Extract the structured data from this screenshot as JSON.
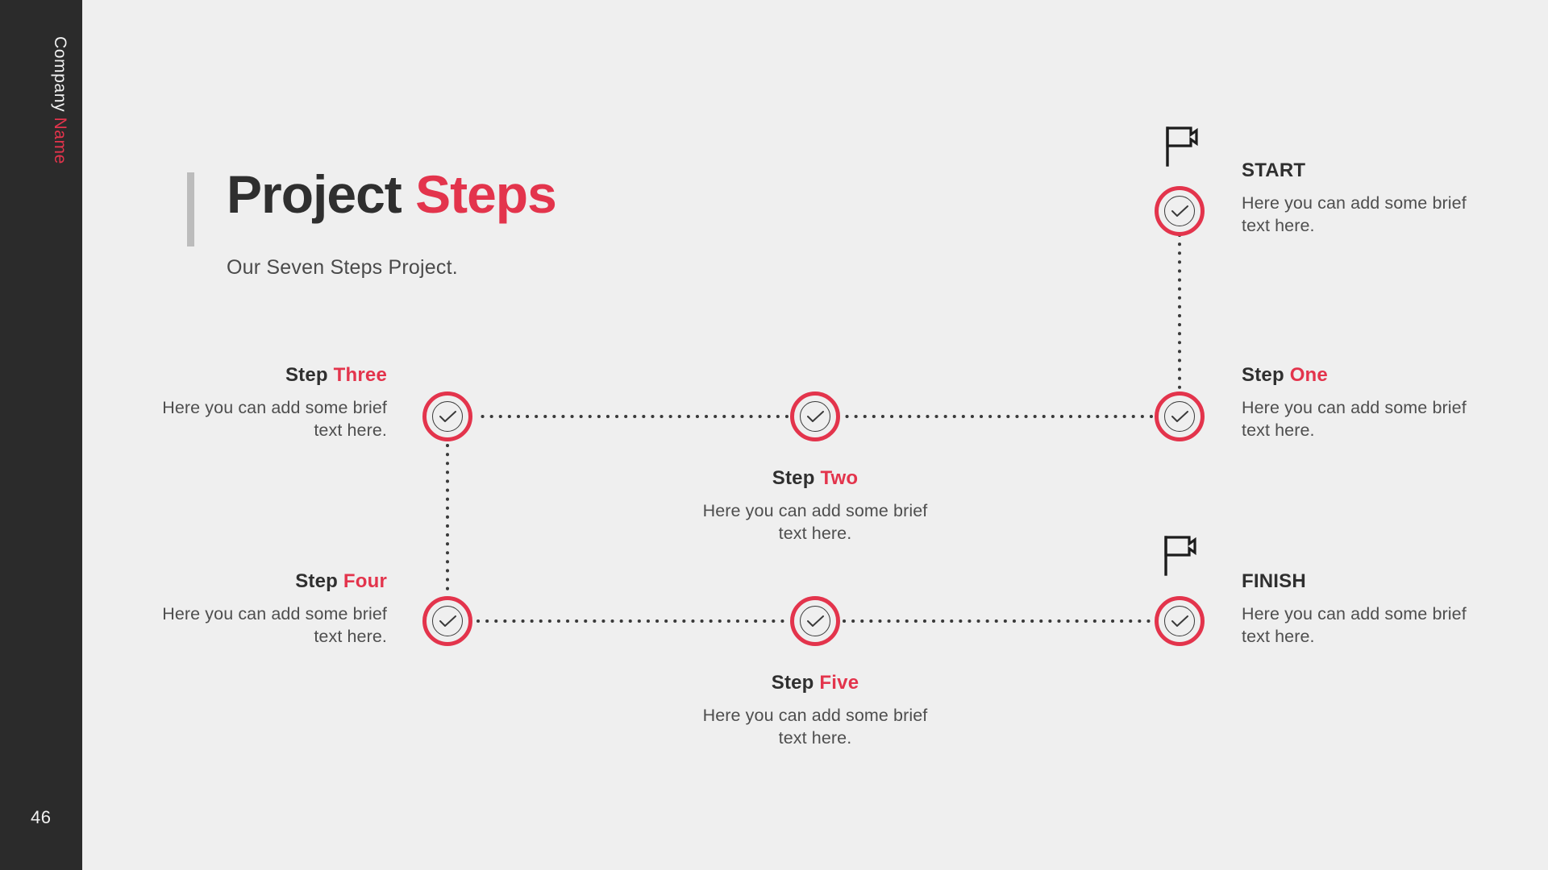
{
  "slide": {
    "background_color": "#efefef",
    "accent_red": "#e3344c",
    "dark": "#2f2f2f"
  },
  "rail": {
    "brand_company": "Company",
    "brand_name": "Name",
    "page_number": "46",
    "background_color": "#2b2b2b"
  },
  "heading": {
    "title_dark": "Project",
    "title_accent": "Steps",
    "subtitle": "Our Seven Steps Project."
  },
  "diagram": {
    "type": "process-flow",
    "node_icon": "check-circle-icon",
    "start_flag_icon": "flag-icon",
    "finish_flag_icon": "flag-icon",
    "connector_style": "dotted",
    "blocks": [
      {
        "id": "start",
        "title_dark": "START",
        "title_accent": "",
        "body": "Here you can add some brief text here.",
        "align": "left"
      },
      {
        "id": "step-one",
        "title_dark": "Step",
        "title_accent": "One",
        "body": "Here you can add some brief text here.",
        "align": "left"
      },
      {
        "id": "step-two",
        "title_dark": "Step",
        "title_accent": "Two",
        "body": "Here you can add some brief text here.",
        "align": "center"
      },
      {
        "id": "step-three",
        "title_dark": "Step",
        "title_accent": "Three",
        "body": "Here you can add some brief text here.",
        "align": "right"
      },
      {
        "id": "step-four",
        "title_dark": "Step",
        "title_accent": "Four",
        "body": "Here you can add some brief text here.",
        "align": "right"
      },
      {
        "id": "step-five",
        "title_dark": "Step",
        "title_accent": "Five",
        "body": "Here you can add some brief text here.",
        "align": "center"
      },
      {
        "id": "finish",
        "title_dark": "FINISH",
        "title_accent": "",
        "body": "Here you can add some brief text here.",
        "align": "left"
      }
    ]
  }
}
